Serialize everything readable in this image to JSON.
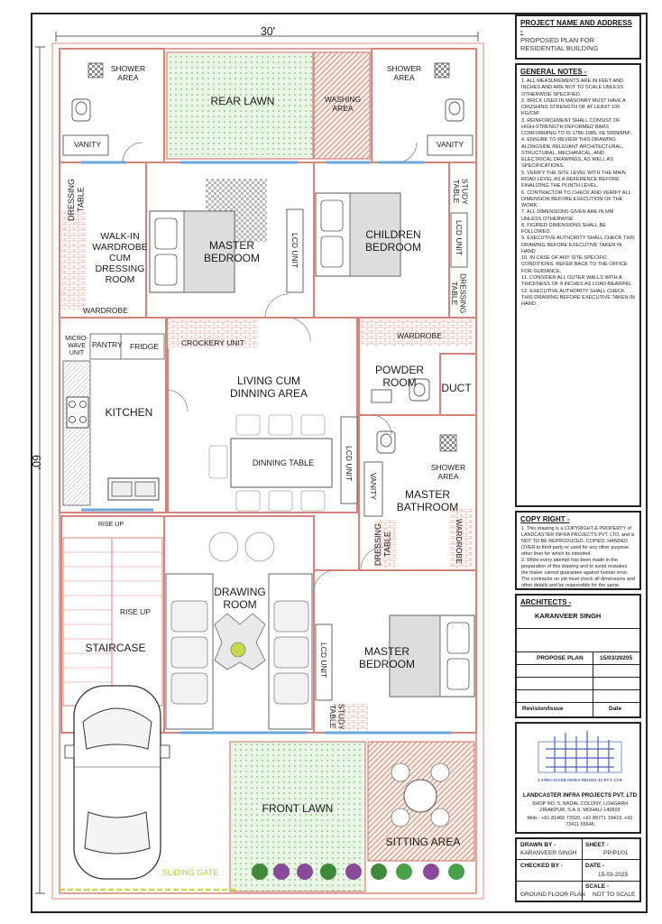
{
  "plan": {
    "width_dim": "30'",
    "height_dim": "60'",
    "rooms": {
      "shower_left": "SHOWER\nAREA",
      "rear_lawn": "REAR LAWN",
      "washing_area": "WASHING\nAREA",
      "shower_right": "SHOWER\nAREA",
      "vanity_left": "VANITY",
      "vanity_right": "VANITY",
      "dressing_table_left": "DRESSING\nTABLE",
      "walk_in": "WALK-IN\nWARDROBE\nCUM\nDRESSING\nROOM",
      "wardrobe_left": "WARDROBE",
      "master_bedroom_top": "MASTER\nBEDROOM",
      "lcd_unit_top": "LCD UNIT",
      "children_bedroom": "CHILDREN\nBEDROOM",
      "study_table_right": "STUDY\nTABLE",
      "lcd_unit_children": "LCD UNIT",
      "dressing_table_right": "DRESSING\nTABLE",
      "microwave": "MICRO-\nWAVE\nUNIT",
      "pantry": "PANTRY",
      "fridge": "FRIDGE",
      "crockery": "CROCKERY UNIT",
      "wardrobe_right": "WARDROBE",
      "living": "LIVING CUM\nDINNING AREA",
      "powder_room": "POWDER\nROOM",
      "duct": "DUCT",
      "kitchen": "KITCHEN",
      "dinning_table": "DINNING TABLE",
      "lcd_unit_living": "LCD UNIT",
      "vanity_master": "VANITY",
      "shower_master": "SHOWER\nAREA",
      "master_bathroom": "MASTER\nBATHROOM",
      "dressing_table_master": "DRESSING\nTABLE",
      "wardrobe_master": "WARDROBE",
      "rise_up_top": "RISE UP",
      "rise_up": "RISE UP",
      "staircase": "STAIRCASE",
      "drawing_room": "DRAWING\nROOM",
      "lcd_unit_drawing": "LCD UNIT",
      "master_bedroom_bottom": "MASTER\nBEDROOM",
      "study_table_bottom": "STUDY\nTABLE",
      "front_lawn": "FRONT LAWN",
      "sitting_area": "SITTING AREA",
      "sliding_gate": "SLIDING GATE"
    }
  },
  "titleblock": {
    "project_heading": "PROJECT NAME AND ADDRESS -",
    "project_text": "PROPOSED PLAN FOR RESIDENTIAL BUILDING",
    "notes_heading": "GENERAL NOTES -",
    "notes": [
      "1. ALL MEASUREMENTS ARE IN FEET AND INCHES AND ARE NOT TO SCALE UNLESS OTHERWISE SPECIFIED.",
      "2. BRICK USED IN MASONRY MUST HAVE A CRUSHING STRENGTH OF AT LEAST 100 KG/CM².",
      "3. REINFORCEMENT SHALL CONSIST OF HIGH-STRENGTH DEFORMED BARS CONFORMING TO IS 1786-1985, FE 500N/MM².",
      "4. ENSURE TO REVIEW THIS DRAWING ALONGSIDE RELEVANT ARCHITECTURAL, STRUCTURAL, MECHANICAL, AND ELECTRICAL DRAWINGS, AS WELL AS SPECIFICATIONS.",
      "5. VERIFY THE SITE LEVEL WITH THE MAIN ROAD LEVEL AS A REFERENCE BEFORE FINALIZING THE PLINTH LEVEL.",
      "6. CONTRACTOR TO CHECK AND VERIFY ALL DIMENSION BEFORE EXECUTION OF THE WORK.",
      "7. ALL DIMENSIONS GIVEN ARE IN MM UNLESS OTHERWISE",
      "8. FIGIRED DIMENSIONS SHALL BE FOLLOWED.",
      "9. EXECUTIVE AUTHORITY SHALL CHECK THIS DRAWING BEFORE EXECUTIVE TAKEN IN HAND",
      "10. IN CASE OF ANY SITE-SPECIFIC CONDITIONS, REFER BACK TO THE OFFICE FOR GUIDANCE.",
      "11. CONSIDER ALL OUTER WALLS WITH A THICKNESS OF 9 INCHES AS LOAD-BEARING.",
      "12. EXECUTIVE AUTHORITY SHALL CHECK THIS DRAWING BEFORE EXECUTIVE TAKEN IN HAND ."
    ],
    "copyright_heading": "COPY RIGHT -",
    "copyright": [
      "1. This drawing is a COPYRIGHT & PROPERTY of LANDCASTER INFRA PROJECTS PVT. LTD, and is NOT TO BE REPRODUCED, COPIED, HANDED OVER to third party or used for any other purpose other than for which its intended.",
      "2. While every attempt has been made in the preparation of this drawing and to avoid mistakes the maker cannot guarantee against human error. The contractor on job must check all dimensions and other details and be responsible for the same."
    ],
    "architects_heading": "ARCHITECTS -",
    "architect_name": "KARANVEER SINGH",
    "propose_plan": "PROPOSE PLAN",
    "propose_date": "15/03/20205",
    "revision": "Revision/Issue",
    "date_label": "Date",
    "logo_text": "LANDCASTER INFRA PROJECTS PVT. LTD",
    "company_name": "LANDCASTER INFRA PROJECTS PVT. LTD",
    "company_address": "SHOP NO. 5, BADAL COLONY, LOHGARH ZIRAKPUR, S.A.S. MOHALI-140603",
    "company_phone": "Mob.- +91 81460 72920, +91 89771 19419, +91 73411 65645",
    "drawn_by_label": "DRAWN BY -",
    "drawn_by": "KARANVEER SINGH",
    "sheet_label": "SHEET -",
    "sheet": "PP/P1/01",
    "checked_by_label": "CHECKED BY -",
    "date2_label": "DATE -",
    "date2": "15-03-2025",
    "title_label": "GROUND FLOOR PLAN",
    "scale_label": "SCALE -",
    "scale": "NOT TO SCALE"
  },
  "colors": {
    "wall": "#e8a7a0",
    "wall_dark": "#c9766f",
    "lawn": "#b8dcb0",
    "brick": "#c9a08c",
    "window": "#7fb4e0",
    "gate": "#c7d94a"
  }
}
